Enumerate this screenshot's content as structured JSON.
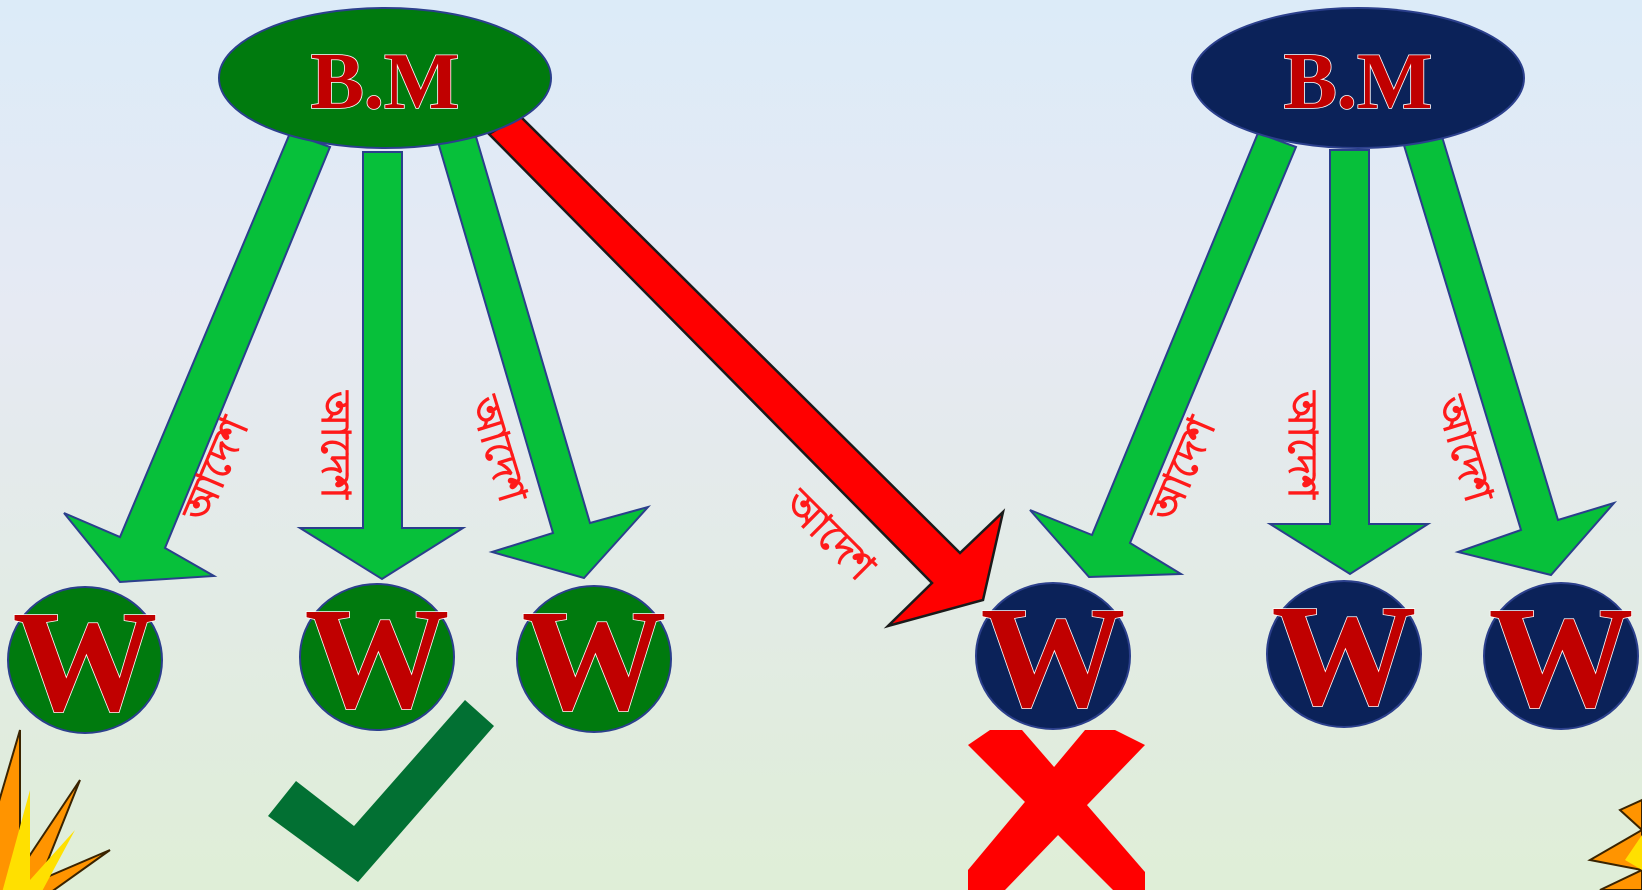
{
  "colors": {
    "green_node": "#007a0e",
    "navy_node": "#0b2259",
    "green_arrow": "#07c03a",
    "red_arrow": "#ff0000",
    "label_red": "#c00000",
    "check": "#027033",
    "cross": "#ff0000",
    "burst_outer": "#ff9400",
    "burst_inner": "#ffe000"
  },
  "left_group": {
    "manager": "B.M",
    "workers": [
      "W",
      "W",
      "W"
    ],
    "arrow_labels": [
      "আদেশ",
      "আদেশ",
      "আদেশ"
    ]
  },
  "cross_arrow_label": "আদেশ",
  "right_group": {
    "manager": "B.M",
    "workers": [
      "W",
      "W",
      "W"
    ],
    "arrow_labels": [
      "আদেশ",
      "আদেশ",
      "আদেশ"
    ]
  },
  "icons": {
    "valid": "check-icon",
    "invalid": "cross-icon",
    "decoration": "starburst-icon"
  }
}
